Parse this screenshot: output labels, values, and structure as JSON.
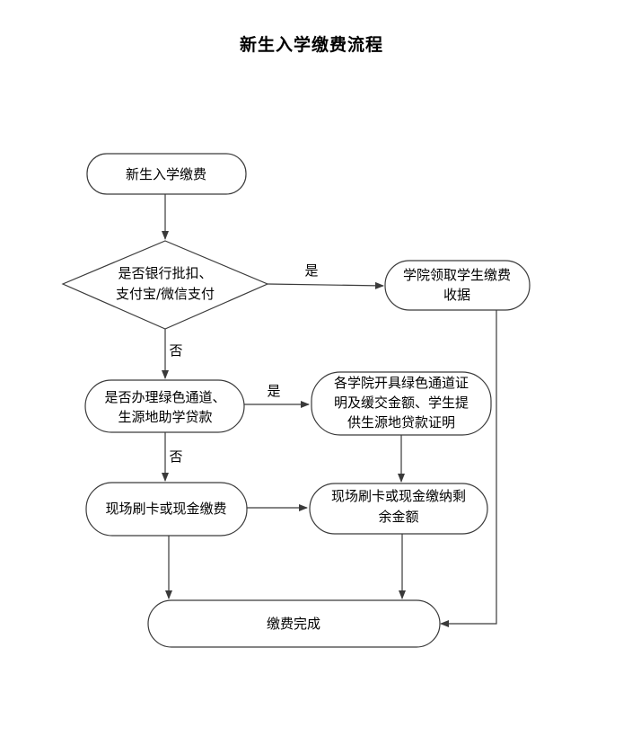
{
  "title": "新生入学缴费流程",
  "nodes": {
    "start": "新生入学缴费",
    "decision1": [
      "是否银行批扣、",
      "支付宝/微信支付"
    ],
    "college_receipt": [
      "学院领取学生缴费",
      "收据"
    ],
    "decision2": [
      "是否办理绿色通道、",
      "生源地助学贷款"
    ],
    "green_channel": [
      "各学院开具绿色通道证",
      "明及缓交金额、学生提",
      "供生源地贷款证明"
    ],
    "onsite_pay": "现场刷卡或现金缴费",
    "pay_remaining": [
      "现场刷卡或现金缴纳剩",
      "余金额"
    ],
    "done": "缴费完成"
  },
  "labels": {
    "yes1": "是",
    "no1": "否",
    "yes2": "是",
    "no2": "否"
  }
}
